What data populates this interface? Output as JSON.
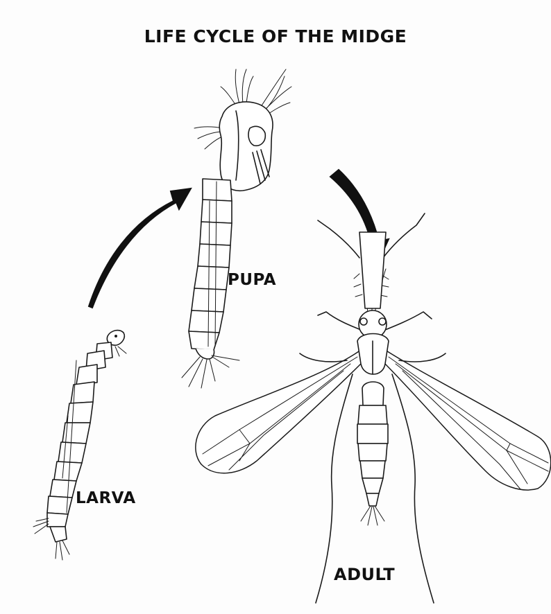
{
  "title": "LIFE CYCLE OF THE MIDGE",
  "stages": {
    "pupa": "PUPA",
    "larva": "LARVA",
    "adult": "ADULT"
  },
  "colors": {
    "ink": "#1a1a1a",
    "background": "#fdfdfd"
  }
}
